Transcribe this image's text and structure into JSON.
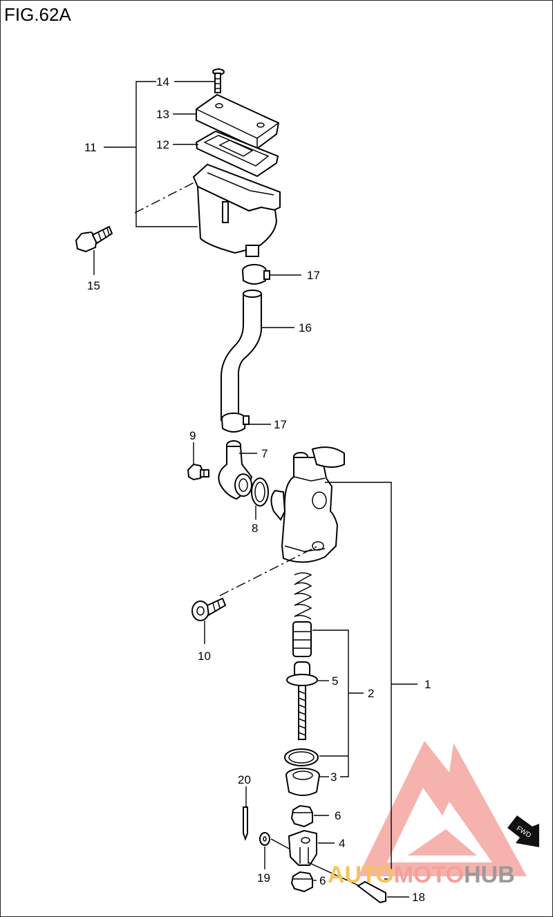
{
  "figure": {
    "title": "FIG.62A"
  },
  "labels": {
    "p1": "1",
    "p2": "2",
    "p3": "3",
    "p4": "4",
    "p5": "5",
    "p6a": "6",
    "p6b": "6",
    "p7": "7",
    "p8": "8",
    "p9": "9",
    "p10": "10",
    "p11": "11",
    "p12": "12",
    "p13": "13",
    "p14": "14",
    "p15": "15",
    "p16": "16",
    "p17a": "17",
    "p17b": "17",
    "p18": "18",
    "p19": "19",
    "p20": "20"
  },
  "fwd_badge": "FWD",
  "watermark": {
    "part1": "AUTO",
    "part2": "MOTO",
    "part3": "HUB",
    "colors": {
      "auto": "#f7c35a",
      "moto": "#f4a19a",
      "hub": "#9a9a9a",
      "logo": "#f28b84"
    }
  }
}
